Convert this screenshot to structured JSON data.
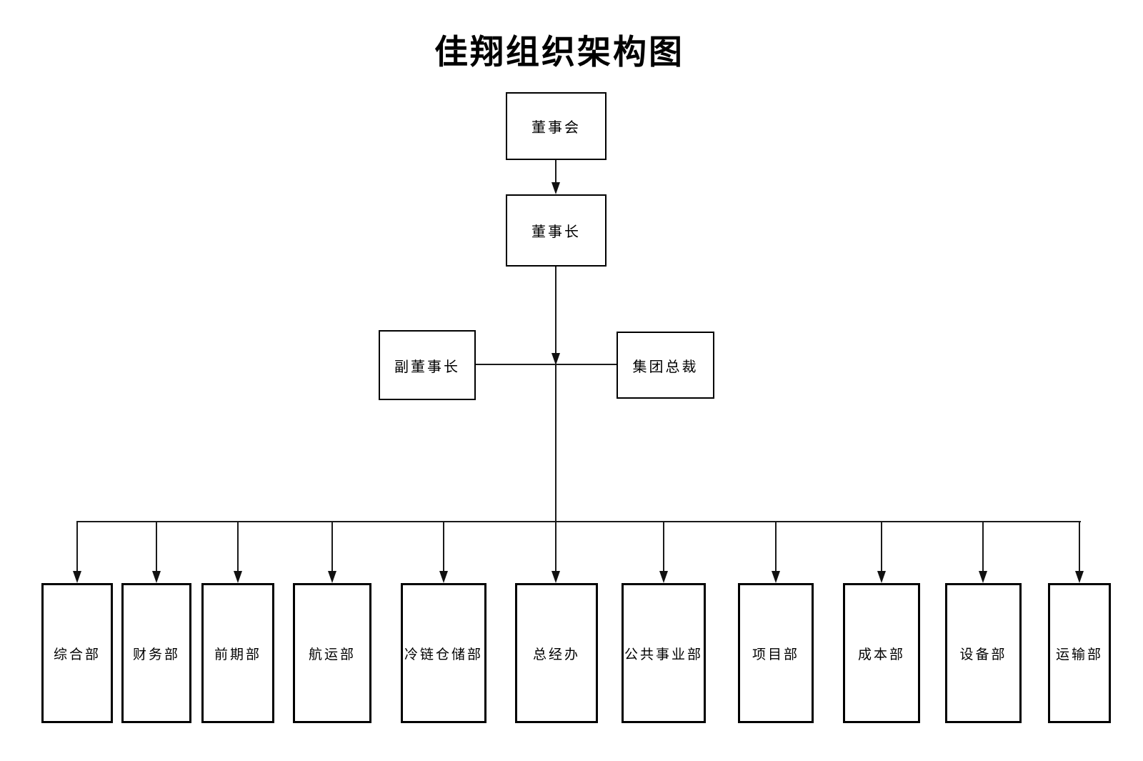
{
  "title": "佳翔组织架构图",
  "org": {
    "board": "董事会",
    "chairman": "董事长",
    "vice_chairman": "副董事长",
    "group_president": "集团总裁",
    "departments": [
      "综合部",
      "财务部",
      "前期部",
      "航运部",
      "冷链仓储部",
      "总经办",
      "公共事业部",
      "项目部",
      "成本部",
      "设备部",
      "运输部"
    ]
  },
  "colors": {
    "background": "#ffffff",
    "box_border": "#000000",
    "line": "#1a1a1a",
    "text": "#000000"
  }
}
